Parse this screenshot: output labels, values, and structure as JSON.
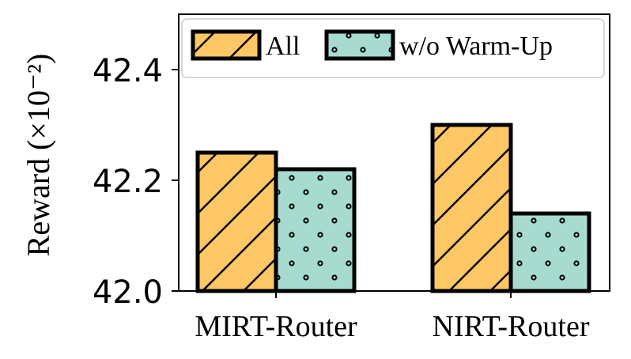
{
  "chart_data": {
    "type": "bar",
    "categories": [
      "MIRT-Router",
      "NIRT-Router"
    ],
    "series": [
      {
        "name": "All",
        "values": [
          42.25,
          42.3
        ],
        "color": "#FDC765",
        "pattern": "diagonal-hatch"
      },
      {
        "name": "w/o Warm-Up",
        "values": [
          42.22,
          42.14
        ],
        "color": "#A7DBD0",
        "pattern": "dots"
      }
    ],
    "ylabel": "Reward (×10⁻²)",
    "ylim": [
      42.0,
      42.5
    ],
    "yticks": [
      "42.0",
      "42.2",
      "42.4"
    ],
    "legend_position": "top-right",
    "grid": false
  }
}
